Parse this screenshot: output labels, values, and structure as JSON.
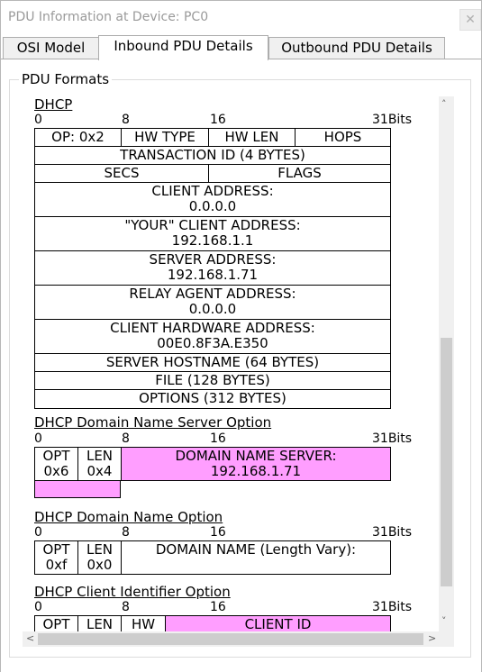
{
  "window": {
    "title": "PDU Information at Device: PC0",
    "close_symbol": "✕"
  },
  "tabs": [
    {
      "label": "OSI Model"
    },
    {
      "label": "Inbound PDU Details"
    },
    {
      "label": "Outbound PDU Details"
    }
  ],
  "group_label": "PDU Formats",
  "bit_markers": {
    "b0": "0",
    "b8": "8",
    "b16": "16",
    "b31": "31Bits"
  },
  "dhcp": {
    "title": "DHCP",
    "op": "OP: 0x2",
    "hw_type": "HW TYPE",
    "hw_len": "HW LEN",
    "hops": "HOPS",
    "transaction_id": "TRANSACTION ID (4 BYTES)",
    "secs": "SECS",
    "flags": "FLAGS",
    "client_address_label": "CLIENT ADDRESS:",
    "client_address": "0.0.0.0",
    "your_client_address_label": "\"YOUR\" CLIENT ADDRESS:",
    "your_client_address": "192.168.1.1",
    "server_address_label": "SERVER ADDRESS:",
    "server_address": "192.168.1.71",
    "relay_agent_label": "RELAY AGENT ADDRESS:",
    "relay_agent_address": "0.0.0.0",
    "client_hw_label": "CLIENT HARDWARE ADDRESS:",
    "client_hw_address": "00E0.8F3A.E350",
    "server_hostname": "SERVER HOSTNAME (64 BYTES)",
    "file": "FILE (128 BYTES)",
    "options": "OPTIONS (312 BYTES)"
  },
  "dns_option": {
    "title": "DHCP Domain Name Server Option",
    "opt_label": "OPT",
    "opt_value": "0x6",
    "len_label": "LEN",
    "len_value": "0x4",
    "server_label": "DOMAIN NAME SERVER:",
    "server_value": "192.168.1.71"
  },
  "domain_name_option": {
    "title": "DHCP Domain Name Option",
    "opt_label": "OPT",
    "opt_value": "0xf",
    "len_label": "LEN",
    "len_value": "0x0",
    "name_label": "DOMAIN NAME (Length Vary):"
  },
  "client_id_option": {
    "title": "DHCP Client Identifier Option",
    "opt_label": "OPT",
    "len_label": "LEN",
    "hw_label": "HW",
    "client_id_label": "CLIENT ID"
  },
  "colors": {
    "highlight": "#ff9eff"
  },
  "scroll": {
    "up": "˄",
    "down": "˅",
    "left": "<",
    "right": ">"
  }
}
